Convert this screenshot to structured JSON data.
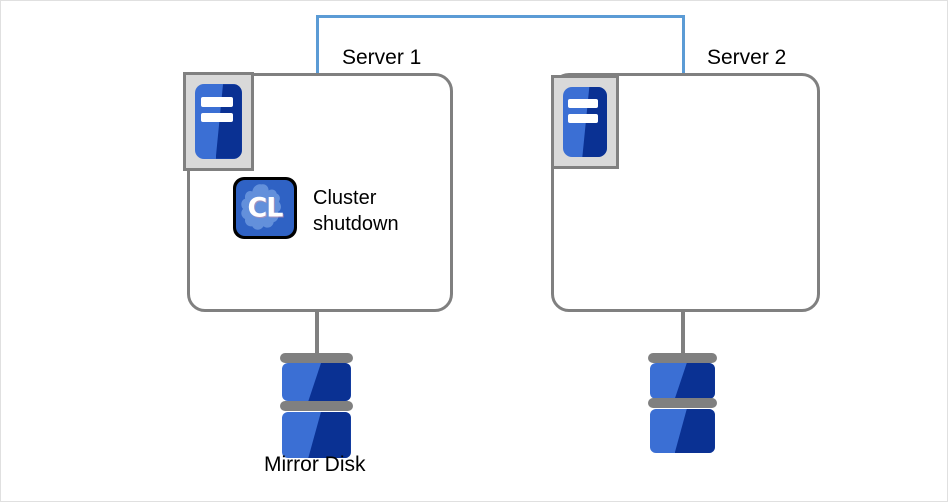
{
  "diagram": {
    "title_text": "",
    "link": {
      "name": "interconnect-link",
      "color": "#5b9bd5"
    },
    "colors": {
      "link_blue": "#5b9bd5",
      "box_border_gray": "#808080",
      "icon_frame_gray": "#d9d9d9",
      "blue_light": "#3b6fd4",
      "blue_dark": "#0a3193",
      "cluster_icon_blue": "#2f62c4",
      "frame_border": "#e0e0e0",
      "background": "#ffffff"
    },
    "servers": [
      {
        "id": "server-1",
        "label": "Server 1",
        "machine_icon": "server-machine-icon",
        "status_icon": "cluster-icon",
        "status_icon_text": "CL",
        "status_label": "Cluster\nshutdown"
      },
      {
        "id": "server-2",
        "label": "Server 2",
        "machine_icon": "server-machine-icon",
        "status_icon": null,
        "status_icon_text": "",
        "status_label": ""
      }
    ],
    "disks": [
      {
        "id": "disk-1",
        "label": "Mirror Disk",
        "icon": "disk-stack-icon"
      },
      {
        "id": "disk-2",
        "label": "",
        "icon": "disk-stack-icon"
      }
    ]
  }
}
